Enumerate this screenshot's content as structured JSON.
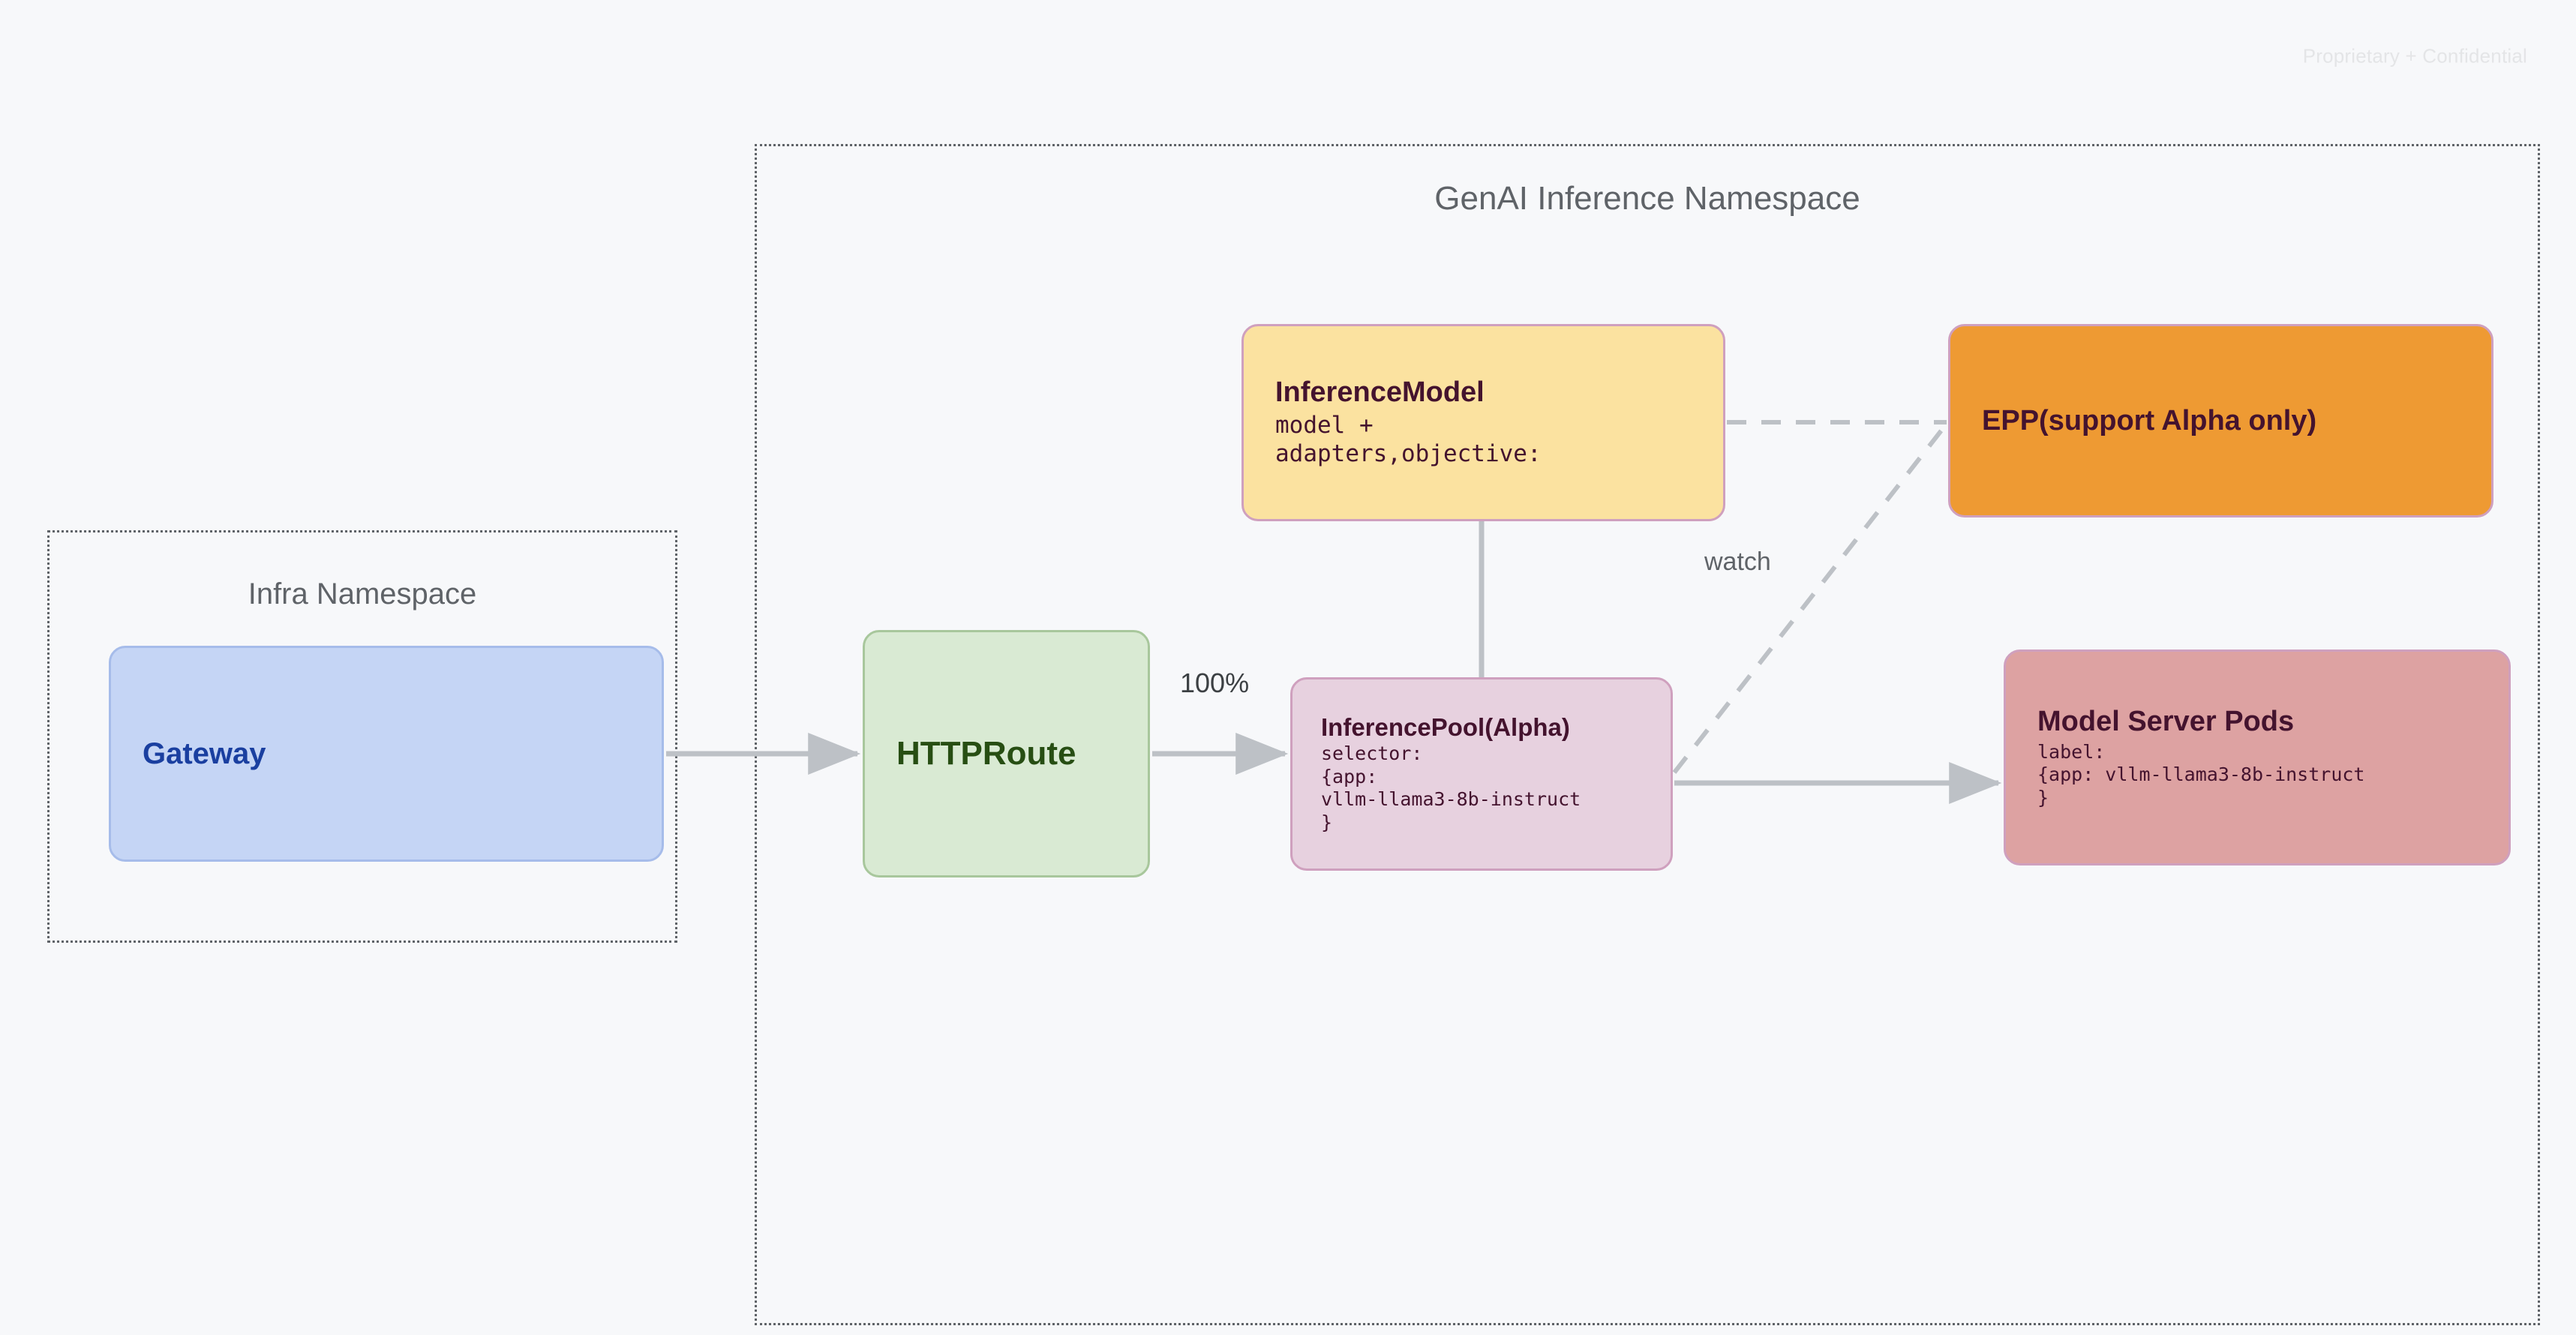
{
  "watermark": "Proprietary + Confidential",
  "namespaces": [
    {
      "id": "infra",
      "title": "Infra Namespace"
    },
    {
      "id": "genai",
      "title": "GenAI Inference Namespace"
    }
  ],
  "nodes": {
    "gateway": {
      "title": "Gateway",
      "fill": "#C5D5F5",
      "border": "#A6BCEA",
      "text_color": "#1A3FA0"
    },
    "httproute": {
      "title": "HTTPRoute",
      "fill": "#D9EAD3",
      "border": "#A8C79C",
      "text_color": "#274E13"
    },
    "inferencemodel": {
      "title": "InferenceModel",
      "sub": "model +\nadapters,objective:",
      "fill": "#FBE2A0",
      "border": "#CFA0BE",
      "text_color": "#44132E"
    },
    "inferencepool": {
      "title": "InferencePool(Alpha)",
      "sub": "selector:\n{app:\nvllm-llama3-8b-instruct\n}",
      "fill": "#E7D1DF",
      "border": "#CFA0BE",
      "text_color": "#44132E"
    },
    "epp": {
      "title": "EPP(support Alpha only)",
      "fill": "#EE9A33",
      "border": "#CFA0BE",
      "text_color": "#44132E"
    },
    "modelserverpods": {
      "title": "Model Server Pods",
      "sub": "label:\n{app: vllm-llama3-8b-instruct\n}",
      "fill": "#DDA2A2",
      "border": "#CFA0BE",
      "text_color": "#44132E"
    }
  },
  "edges": [
    {
      "id": "gateway-to-httproute",
      "from": "gateway",
      "to": "httproute",
      "style": "solid-arrow",
      "label": ""
    },
    {
      "id": "httproute-to-inferencepool",
      "from": "httproute",
      "to": "inferencepool",
      "style": "solid-arrow",
      "label": "100%"
    },
    {
      "id": "inferencemodel-to-inferencepool",
      "from": "inferencemodel",
      "to": "inferencepool",
      "style": "solid-line",
      "label": ""
    },
    {
      "id": "inferencemodel-to-epp",
      "from": "inferencemodel",
      "to": "epp",
      "style": "dashed-line",
      "label": ""
    },
    {
      "id": "inferencepool-to-epp",
      "from": "inferencepool",
      "to": "epp",
      "style": "dashed-line",
      "label": "watch"
    },
    {
      "id": "inferencepool-to-modelserverpods",
      "from": "inferencepool",
      "to": "modelserverpods",
      "style": "solid-arrow",
      "label": ""
    }
  ],
  "edge_labels": {
    "traffic_split": "100%",
    "watch": "watch"
  },
  "colors": {
    "background": "#F7F8FA",
    "namespace_border": "#5F6368",
    "edge": "#BDC1C6",
    "namespace_title": "#5F6368",
    "watermark": "#E4E5E7"
  }
}
